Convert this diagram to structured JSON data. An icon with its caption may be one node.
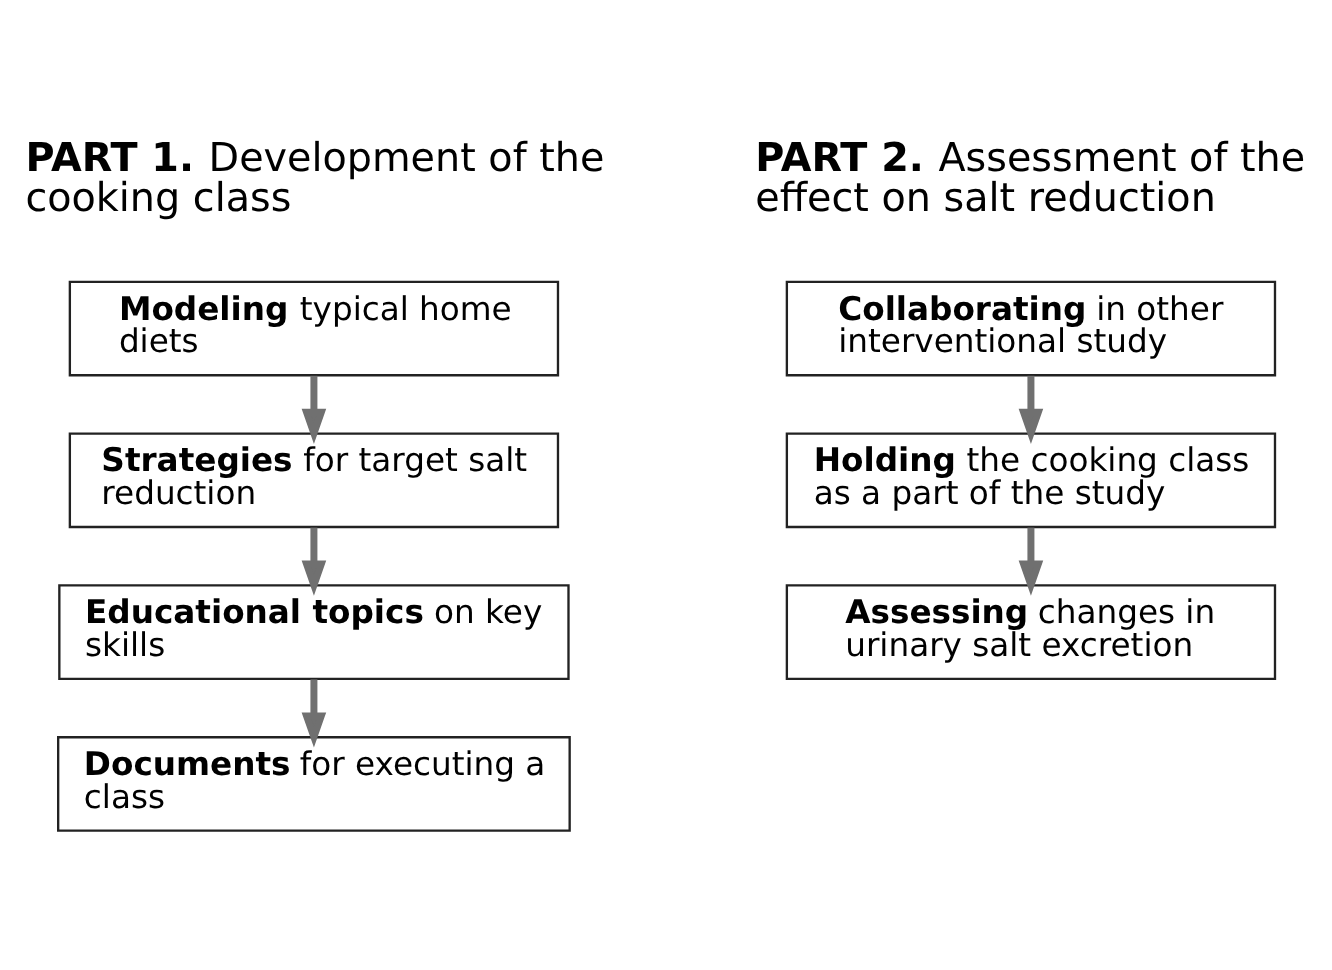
{
  "diagram": {
    "nodes": [
      {
        "text": [
          "**Modeling** typical home diets"
        ]
      },
      {
        "text": [
          "**Strategies** for target salt reduction"
        ]
      },
      {
        "text": [
          "**Educational topics** on key skills"
        ]
      },
      {
        "text": [
          "**Documents** for executing a class"
        ]
      },
      {
        "text": [
          "**Collaborating** in other interventional study"
        ]
      },
      {
        "text": [
          "**Holding** the cooking class as a part of the study"
        ]
      },
      {
        "text": [
          "**Assessing** changes in urinary salt excretion"
        ]
      }
    ],
    "edges": [
      {
        "from": 0,
        "to": 1,
        "arrow": "to"
      },
      {
        "from": 1,
        "to": 2,
        "arrow": "to"
      },
      {
        "from": 2,
        "to": 3,
        "arrow": "to"
      },
      {
        "from": 4,
        "to": 5,
        "arrow": "to"
      },
      {
        "from": 5,
        "to": 6,
        "arrow": "to"
      }
    ],
    "labels": [
      "**PART 1.** Development of the cooking class",
      "**PART 2.** Assessment of the effect on salt reduction"
    ]
  }
}
